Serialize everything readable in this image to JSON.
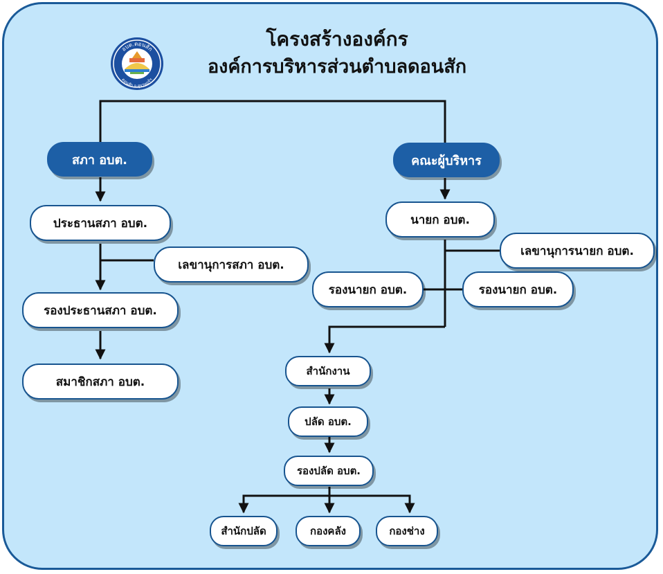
{
  "header": {
    "title_line1": "โครงสร้างองค์กร",
    "title_line2": "องค์การบริหารส่วนตำบลดอนสัก"
  },
  "logo": {
    "icon": "municipal-seal-icon",
    "text_top": "อบต.ดอนสัก",
    "text_bottom": "ดอนสัก จ.สุราษฎร์ฯ"
  },
  "council": {
    "head": "สภา อบต.",
    "president": "ประธานสภา อบต.",
    "secretary": "เลขานุการสภา อบต.",
    "vice_president": "รองประธานสภา อบต.",
    "members": "สมาชิกสภา อบต."
  },
  "executive": {
    "head": "คณะผู้บริหาร",
    "mayor": "นายก อบต.",
    "mayor_secretary": "เลขานุการนายก อบต.",
    "deputy_left": "รองนายก อบต.",
    "deputy_right": "รองนายก อบต."
  },
  "administration": {
    "office": "สำนักงาน",
    "chief": "ปลัด อบต.",
    "deputy_chief": "รองปลัด อบต.",
    "divisions": [
      "สำนักปลัด",
      "กองคลัง",
      "กองช่าง"
    ]
  },
  "colors": {
    "background": "#c3e6fb",
    "frame_border": "#1a5a98",
    "head_fill": "#1d5fa6",
    "node_border": "#17548f",
    "connector": "#111111"
  }
}
